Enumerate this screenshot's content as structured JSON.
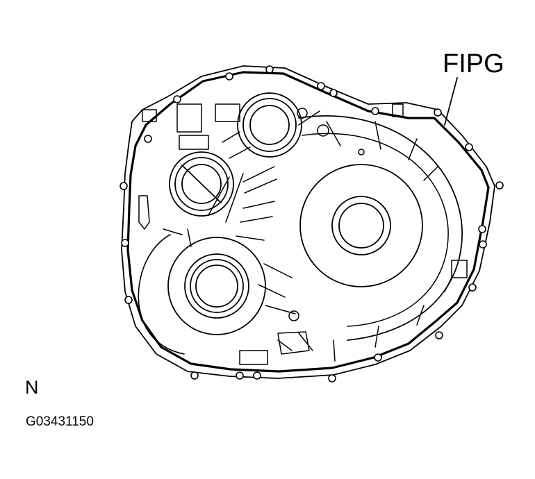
{
  "labels": {
    "callout": "FIPG",
    "orientation": "N",
    "figure_id": "G03431150"
  },
  "colors": {
    "ink": "#000000",
    "paper": "#ffffff"
  }
}
